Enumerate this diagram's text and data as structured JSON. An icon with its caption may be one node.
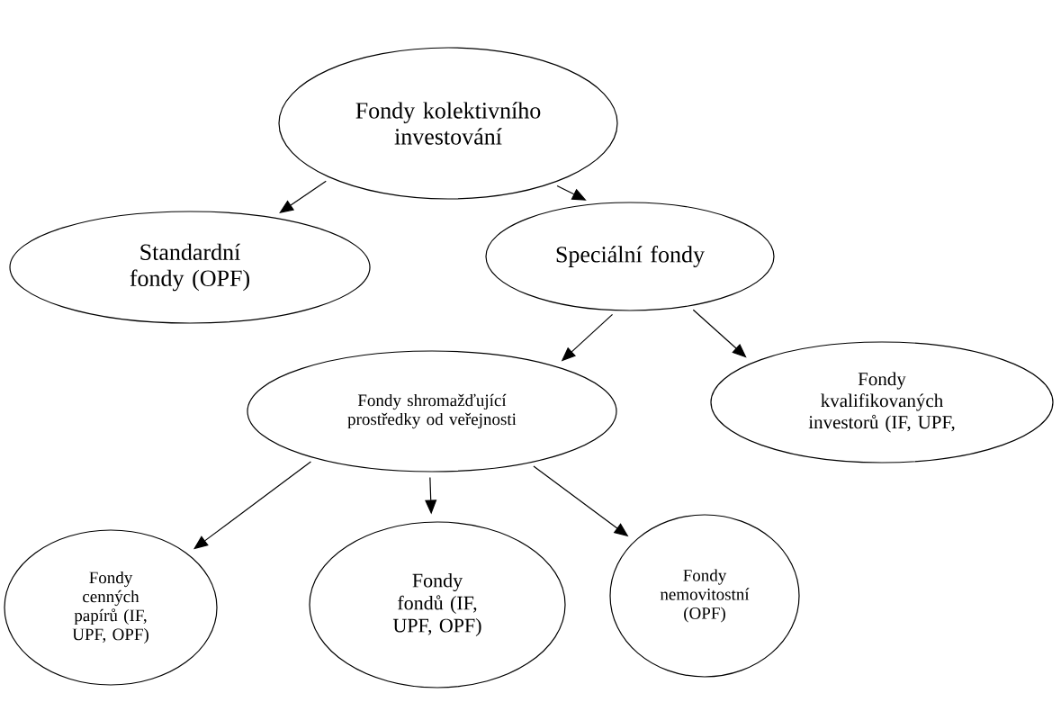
{
  "diagram": {
    "nodes": [
      {
        "text": [
          "Fondy kolektivního investování"
        ]
      },
      {
        "text": [
          "Standardní fondy (OPF)"
        ]
      },
      {
        "text": [
          "Speciální fondy"
        ]
      },
      {
        "text": [
          "Fondy shromažďující prostředky od veřejnosti"
        ]
      },
      {
        "text": [
          "Fondy kvalifikovaných investorů (IF, UPF,"
        ]
      },
      {
        "text": [
          "Fondy cenných papírů (IF, UPF, OPF)"
        ]
      },
      {
        "text": [
          "Fondy fondů (IF, UPF, OPF)"
        ]
      },
      {
        "text": [
          "Fondy nemovitostní (OPF)"
        ]
      }
    ],
    "edges": [
      {
        "from": 0,
        "to": 1,
        "arrow": "to"
      },
      {
        "from": 0,
        "to": 2,
        "arrow": "to"
      },
      {
        "from": 2,
        "to": 3,
        "arrow": "to"
      },
      {
        "from": 2,
        "to": 4,
        "arrow": "to"
      },
      {
        "from": 3,
        "to": 5,
        "arrow": "to"
      },
      {
        "from": 3,
        "to": 6,
        "arrow": "to"
      },
      {
        "from": 3,
        "to": 7,
        "arrow": "to"
      }
    ]
  }
}
